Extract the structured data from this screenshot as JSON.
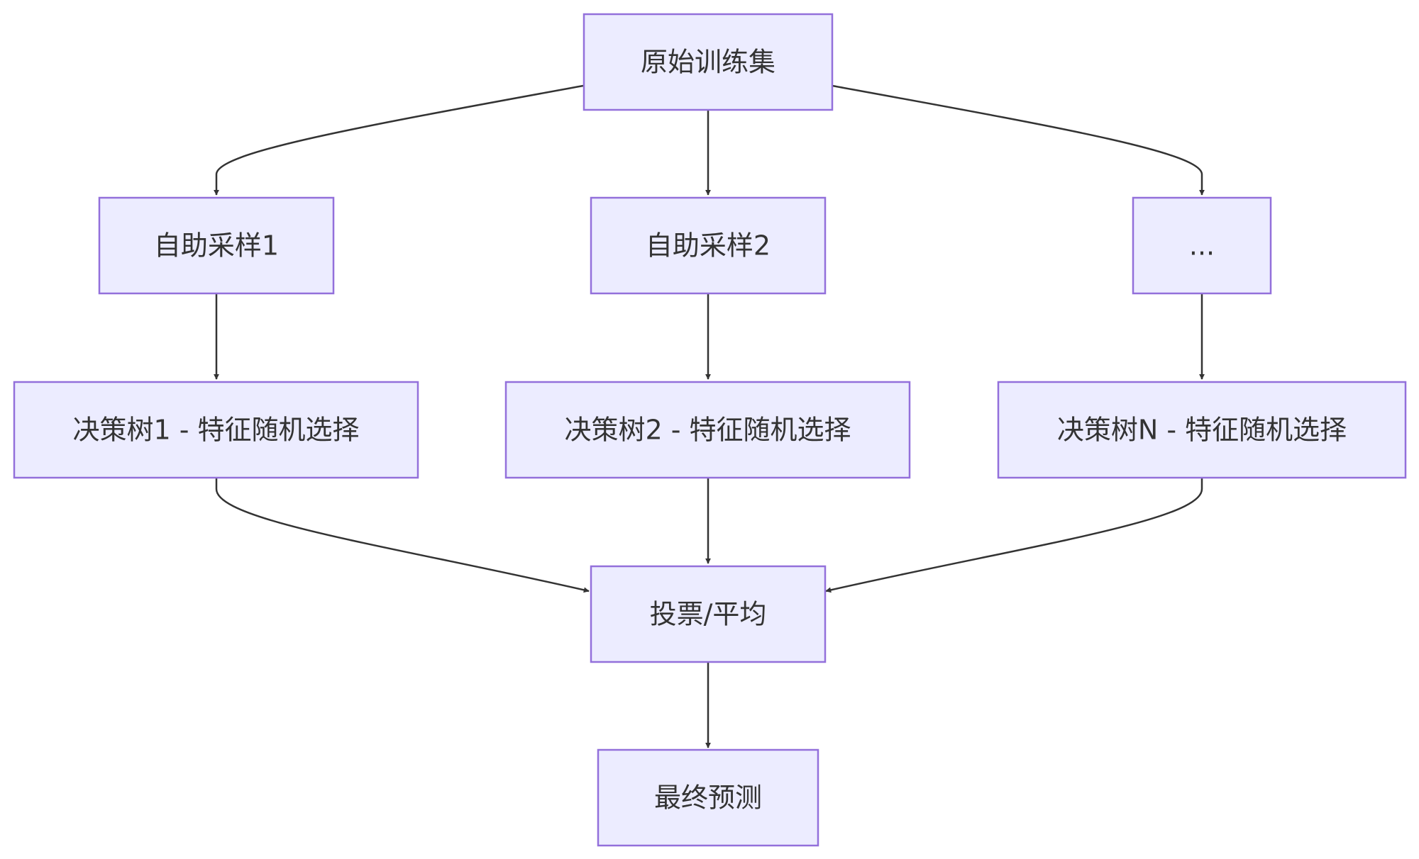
{
  "diagram": {
    "type": "flowchart",
    "nodes": {
      "original_training_set": "原始训练集",
      "bootstrap_sample_1": "自助采样1",
      "bootstrap_sample_2": "自助采样2",
      "ellipsis": "...",
      "decision_tree_1": "决策树1 - 特征随机选择",
      "decision_tree_2": "决策树2 - 特征随机选择",
      "decision_tree_n": "决策树N - 特征随机选择",
      "vote_average": "投票/平均",
      "final_prediction": "最终预测"
    },
    "edges": [
      [
        "original_training_set",
        "bootstrap_sample_1"
      ],
      [
        "original_training_set",
        "bootstrap_sample_2"
      ],
      [
        "original_training_set",
        "ellipsis"
      ],
      [
        "bootstrap_sample_1",
        "decision_tree_1"
      ],
      [
        "bootstrap_sample_2",
        "decision_tree_2"
      ],
      [
        "ellipsis",
        "decision_tree_n"
      ],
      [
        "decision_tree_1",
        "vote_average"
      ],
      [
        "decision_tree_2",
        "vote_average"
      ],
      [
        "decision_tree_n",
        "vote_average"
      ],
      [
        "vote_average",
        "final_prediction"
      ]
    ],
    "colors": {
      "node_fill": "#ececff",
      "node_border": "#9370db",
      "edge": "#333333",
      "text": "#333333"
    }
  }
}
